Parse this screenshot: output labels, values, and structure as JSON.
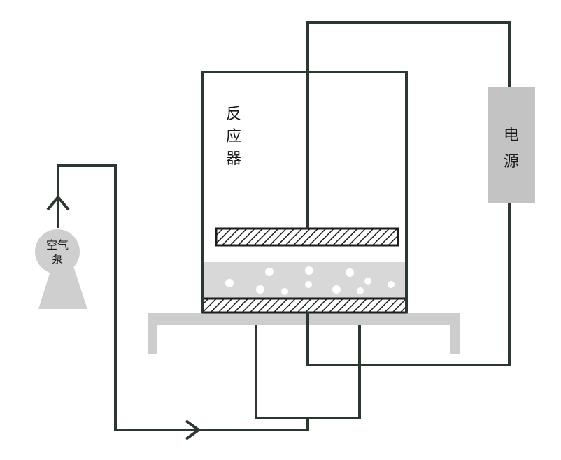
{
  "reactor": {
    "label_lines": [
      "反",
      "应",
      "器"
    ]
  },
  "power_supply": {
    "label_lines": [
      "电",
      "源"
    ]
  },
  "air_pump": {
    "label_lines": [
      "空气",
      "泵"
    ]
  },
  "colors": {
    "line": "#2a3830",
    "power_fill": "#c3c3c3",
    "platform_fill": "#cdcdcd",
    "liquid_fill": "#d8d8d8",
    "pump_fill": "#cfcfcf",
    "bubble": "#ffffff"
  }
}
